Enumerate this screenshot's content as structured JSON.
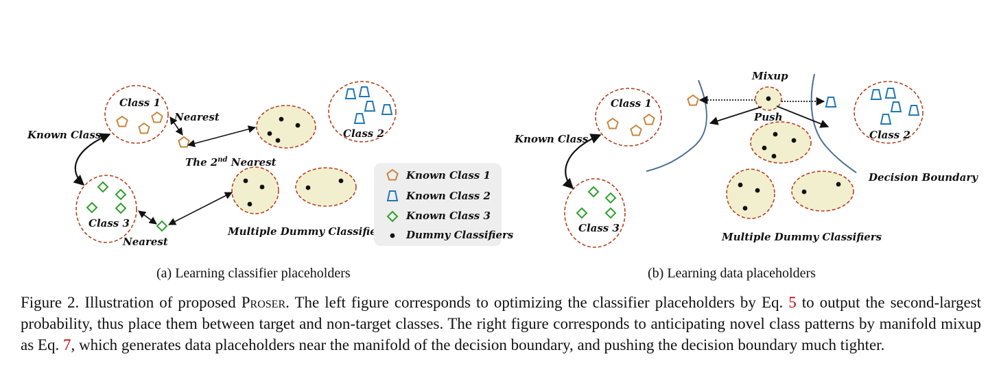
{
  "figure": {
    "left": {
      "class1": "Class 1",
      "class2": "Class 2",
      "class3": "Class 3",
      "known_class": "Known Class",
      "nearest_top": "Nearest",
      "second_nearest_pre": "The 2",
      "second_nearest_sup": "nd",
      "second_nearest_post": " Nearest",
      "nearest_bottom": "Nearest",
      "multiple_dummy": "Multiple Dummy Classifiers",
      "legend": [
        "Known Class 1",
        "Known Class 2",
        "Known Class 3",
        "Dummy Classifiers"
      ],
      "subcaption": "(a)  Learning classifier placeholders"
    },
    "right": {
      "class1": "Class 1",
      "class2": "Class 2",
      "class3": "Class 3",
      "known_class": "Known Class",
      "mixup": "Mixup",
      "push": "Push",
      "decision_boundary": "Decision Boundary",
      "multiple_dummy": "Multiple Dummy Classifiers",
      "subcaption": "(b)  Learning data placeholders"
    }
  },
  "caption": {
    "part1": "Figure 2. Illustration of proposed ",
    "proser": "Proser",
    "part2": ". The left figure corresponds to optimizing the classifier placeholders by Eq. ",
    "ref1": "5",
    "part3": " to output the second-largest probability, thus place them between target and non-target classes. The right figure corresponds to anticipating novel class patterns by manifold mixup as Eq. ",
    "ref2": "7",
    "part4": ", which generates data placeholders near the manifold of the decision boundary, and pushing the decision boundary much tighter."
  },
  "colors": {
    "class1": "#c8843a",
    "class2": "#1f77b4",
    "class3": "#2ca02c",
    "circle_stroke": "#b5401c",
    "dummy_fill": "#f2efcf",
    "legend_bg": "#eeeeee",
    "boundary": "#4a6e8f",
    "reference": "#c00000"
  }
}
